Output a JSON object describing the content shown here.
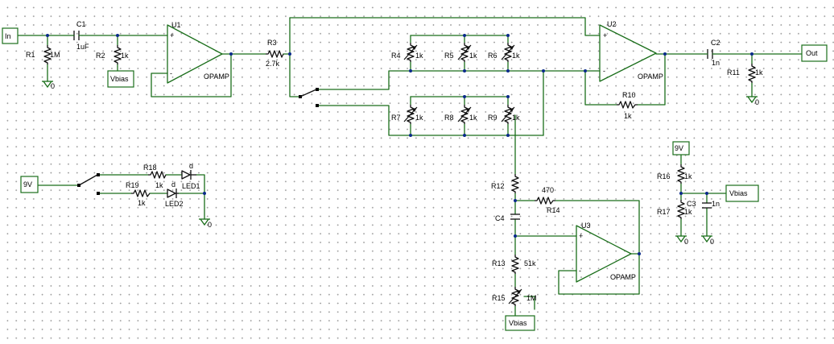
{
  "ports": {
    "in": "In",
    "out": "Out",
    "vbias_r2": "Vbias",
    "vbias_c3": "Vbias",
    "vbias_r15": "Vbias",
    "v9_left": "9V",
    "v9_right": "9V"
  },
  "opamps": {
    "u1": {
      "ref": "U1",
      "type": "OPAMP"
    },
    "u2": {
      "ref": "U2",
      "type": "OPAMP"
    },
    "u3": {
      "ref": "U3",
      "type": "OPAMP"
    }
  },
  "components": {
    "r1": {
      "ref": "R1",
      "value": "1M"
    },
    "c1": {
      "ref": "C1",
      "value": "1uF"
    },
    "r2": {
      "ref": "R2",
      "value": "1k"
    },
    "r3": {
      "ref": "R3",
      "value": "2.7k"
    },
    "r4": {
      "ref": "R4",
      "value": "1k"
    },
    "r5": {
      "ref": "R5",
      "value": "1k"
    },
    "r6": {
      "ref": "R6",
      "value": "1k"
    },
    "r7": {
      "ref": "R7",
      "value": "1k"
    },
    "r8": {
      "ref": "R8",
      "value": "1k"
    },
    "r9": {
      "ref": "R9",
      "value": "1k"
    },
    "r10": {
      "ref": "R10",
      "value": "1k"
    },
    "c2": {
      "ref": "C2",
      "value": "1n"
    },
    "r11": {
      "ref": "R11",
      "value": "1k"
    },
    "r12": {
      "ref": "R12",
      "value": ""
    },
    "r14": {
      "ref": "R14",
      "value": "470"
    },
    "c4": {
      "ref": "C4",
      "value": ""
    },
    "r13": {
      "ref": "R13",
      "value": "51k"
    },
    "r15": {
      "ref": "R15",
      "value": "1M"
    },
    "r16": {
      "ref": "R16",
      "value": "1k"
    },
    "r17": {
      "ref": "R17",
      "value": "1k"
    },
    "c3": {
      "ref": "C3",
      "value": "1n"
    },
    "r18": {
      "ref": "R18",
      "value": "1k"
    },
    "r19": {
      "ref": "R19",
      "value": "1k"
    },
    "led1": {
      "ref": "LED1",
      "value": "d"
    },
    "led2": {
      "ref": "LED2",
      "value": "d"
    }
  },
  "grounds": {
    "label": "0"
  }
}
